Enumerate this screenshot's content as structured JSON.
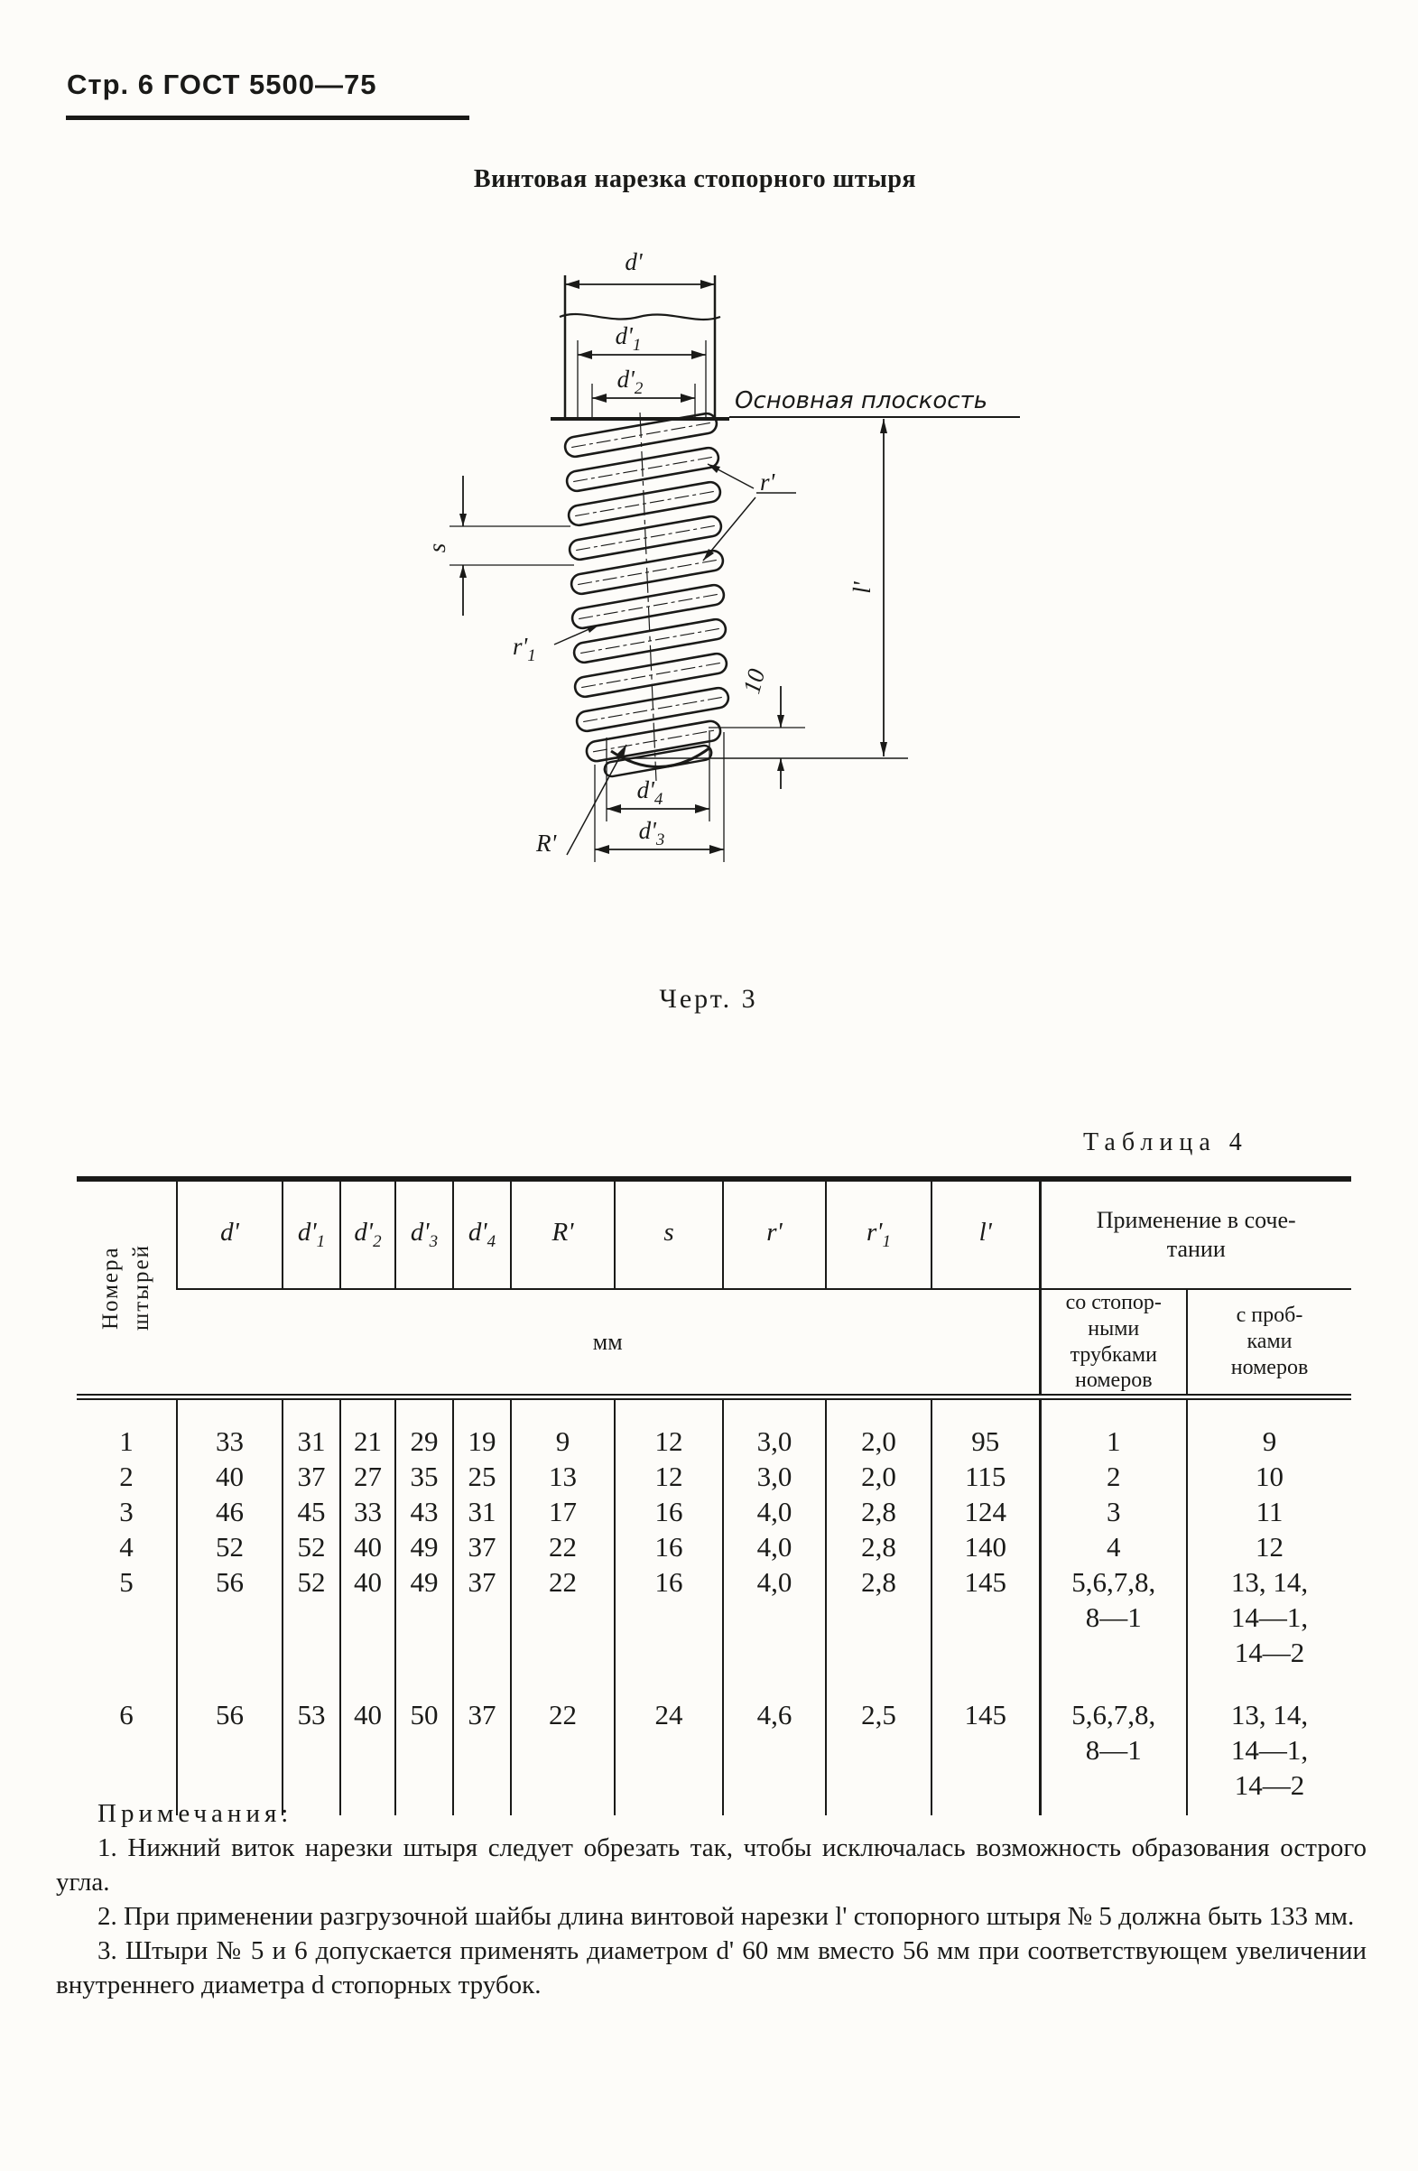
{
  "page": {
    "header_label": "Стр. 6 ГОСТ 5500—75",
    "title": "Винтовая нарезка стопорного штыря"
  },
  "figure": {
    "caption": "Черт. 3",
    "labels": {
      "d": "d'",
      "d1": {
        "base": "d'",
        "sub": "1"
      },
      "d2": {
        "base": "d'",
        "sub": "2"
      },
      "d3": {
        "base": "d'",
        "sub": "3"
      },
      "d4": {
        "base": "d'",
        "sub": "4"
      },
      "R": "R'",
      "s": "s",
      "r": "r'",
      "r1": {
        "base": "r'",
        "sub": "1"
      },
      "l": "l'",
      "ten": "10",
      "base_plane": "Основная плоскость"
    }
  },
  "table": {
    "caption": "Таблица 4",
    "row_header": "Номера штырей",
    "units": "мм",
    "application_header": "Применение в соче-\nтании",
    "application_sub": [
      "со стопор-\nными\nтрубками\nномеров",
      "с проб-\nками\nномеров"
    ],
    "columns": [
      {
        "base": "d'",
        "sub": ""
      },
      {
        "base": "d'",
        "sub": "1"
      },
      {
        "base": "d'",
        "sub": "2"
      },
      {
        "base": "d'",
        "sub": "3"
      },
      {
        "base": "d'",
        "sub": "4"
      },
      {
        "base": "R'",
        "sub": ""
      },
      {
        "base": "s",
        "sub": ""
      },
      {
        "base": "r'",
        "sub": ""
      },
      {
        "base": "r'",
        "sub": "1"
      },
      {
        "base": "l'",
        "sub": ""
      }
    ],
    "rows": [
      {
        "num": "1",
        "cells": [
          "33",
          "31",
          "21",
          "29",
          "19",
          "9",
          "12",
          "3,0",
          "2,0",
          "95",
          "1",
          "9"
        ]
      },
      {
        "num": "2",
        "cells": [
          "40",
          "37",
          "27",
          "35",
          "25",
          "13",
          "12",
          "3,0",
          "2,0",
          "115",
          "2",
          "10"
        ]
      },
      {
        "num": "3",
        "cells": [
          "46",
          "45",
          "33",
          "43",
          "31",
          "17",
          "16",
          "4,0",
          "2,8",
          "124",
          "3",
          "11"
        ]
      },
      {
        "num": "4",
        "cells": [
          "52",
          "52",
          "40",
          "49",
          "37",
          "22",
          "16",
          "4,0",
          "2,8",
          "140",
          "4",
          "12"
        ]
      },
      {
        "num": "5",
        "cells": [
          "56",
          "52",
          "40",
          "49",
          "37",
          "22",
          "16",
          "4,0",
          "2,8",
          "145",
          "5,6,7,8,\n8—1",
          "13, 14,\n14—1,\n14—2"
        ]
      },
      {
        "num": "6",
        "cells": [
          "56",
          "53",
          "40",
          "50",
          "37",
          "22",
          "24",
          "4,6",
          "2,5",
          "145",
          "5,6,7,8,\n8—1",
          "13, 14,\n14—1,\n14—2"
        ]
      }
    ]
  },
  "notes": {
    "heading": "Примечания:",
    "items": [
      "1. Нижний виток нарезки штыря следует обрезать так, чтобы исключалась возможность образования острого угла.",
      "2. При применении разгрузочной шайбы длина винтовой нарезки l' стопорного штыря № 5 должна быть 133 мм.",
      "3. Штыри № 5 и 6 допускается применять диаметром d' 60 мм вместо 56 мм при соответствующем увеличении внутреннего диаметра d стопорных трубок."
    ]
  }
}
